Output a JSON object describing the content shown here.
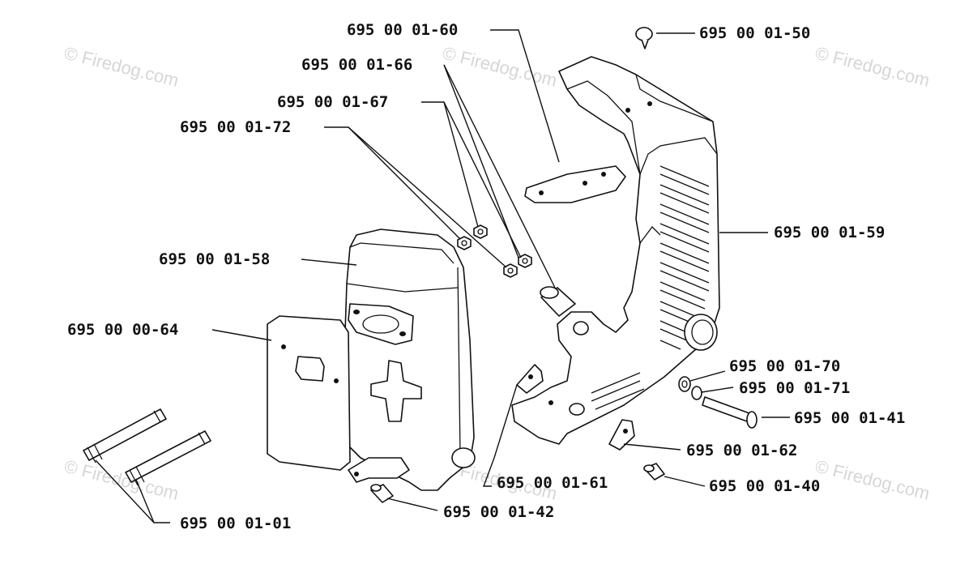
{
  "watermark": {
    "text": "© Firedog.com"
  },
  "part_labels": {
    "p0160": "695 00 01-60",
    "p0150": "695 00 01-50",
    "p0166": "695 00 01-66",
    "p0167": "695 00 01-67",
    "p0172": "695 00 01-72",
    "p0159": "695 00 01-59",
    "p0158": "695 00 01-58",
    "p0064": "695 00 00-64",
    "p0170": "695 00 01-70",
    "p0171": "695 00 01-71",
    "p0141": "695 00 01-41",
    "p0162": "695 00 01-62",
    "p0161": "695 00 01-61",
    "p0140": "695 00 01-40",
    "p0142": "695 00 01-42",
    "p0101": "695 00 01-01"
  }
}
